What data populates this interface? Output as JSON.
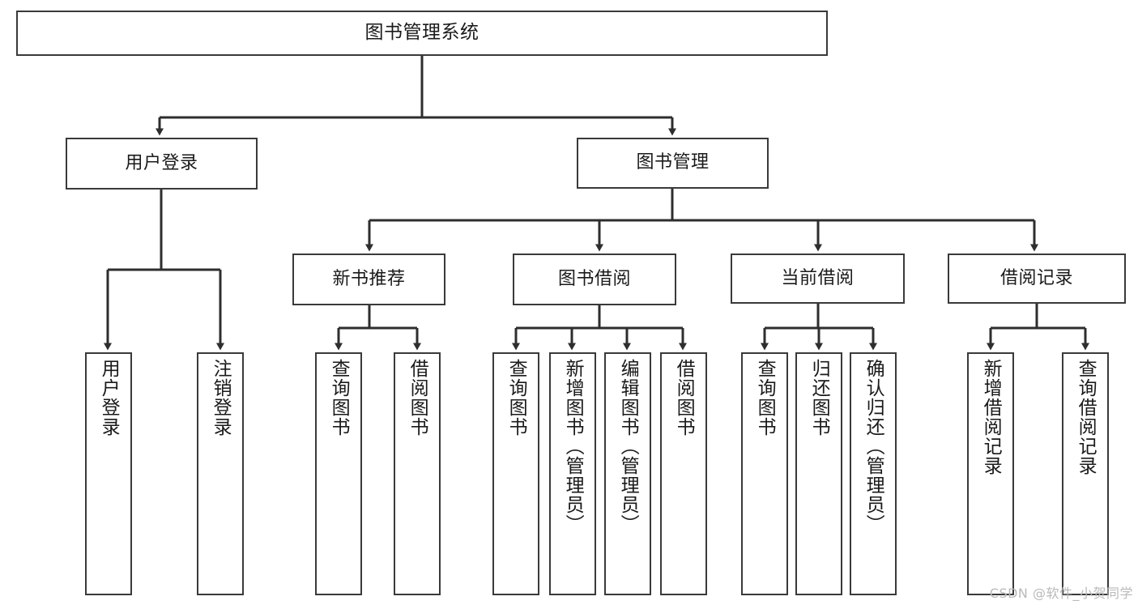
{
  "diagram": {
    "title": "图书管理系统",
    "type": "tree-hierarchy-diagram",
    "line_color": "#3a3a3a",
    "box_fill": "#ffffff",
    "text_color": "#1a1a1a",
    "root": {
      "label": "图书管理系统"
    },
    "level1": [
      {
        "label": "用户登录"
      },
      {
        "label": "图书管理"
      }
    ],
    "level2": [
      {
        "label": "新书推荐"
      },
      {
        "label": "图书借阅"
      },
      {
        "label": "当前借阅"
      },
      {
        "label": "借阅记录"
      }
    ],
    "leaves": {
      "user_login": [
        {
          "label": "用户登录"
        },
        {
          "label": "注销登录"
        }
      ],
      "new_book_recommend": [
        {
          "label": "查询图书"
        },
        {
          "label": "借阅图书"
        }
      ],
      "book_borrow": [
        {
          "label": "查询图书"
        },
        {
          "label": "新增图书（管理员）"
        },
        {
          "label": "编辑图书（管理员）"
        },
        {
          "label": "借阅图书"
        }
      ],
      "current_borrow": [
        {
          "label": "查询图书"
        },
        {
          "label": "归还图书"
        },
        {
          "label": "确认归还（管理员）"
        }
      ],
      "borrow_record": [
        {
          "label": "新增借阅记录"
        },
        {
          "label": "查询借阅记录"
        }
      ]
    }
  },
  "watermark": {
    "text": "CSDN @软件_小贺同学"
  }
}
